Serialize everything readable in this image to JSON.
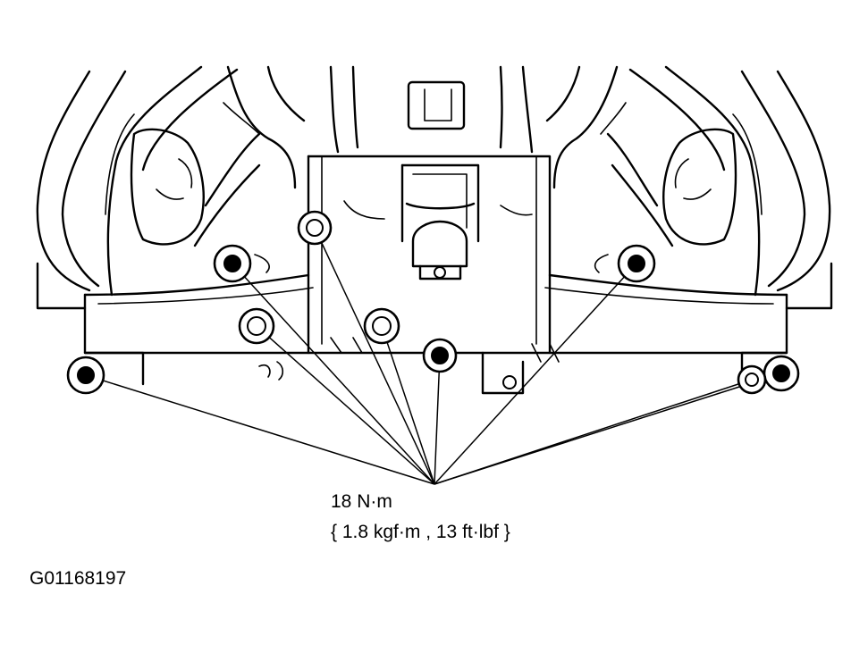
{
  "diagram": {
    "subject": "intake manifold bolt tightening",
    "torque_specification": {
      "primary": "18 N·m",
      "secondary": "{ 1.8 kgf·m , 13 ft·lbf }"
    },
    "figure_id": "G01168197",
    "bolt_count": 9
  }
}
